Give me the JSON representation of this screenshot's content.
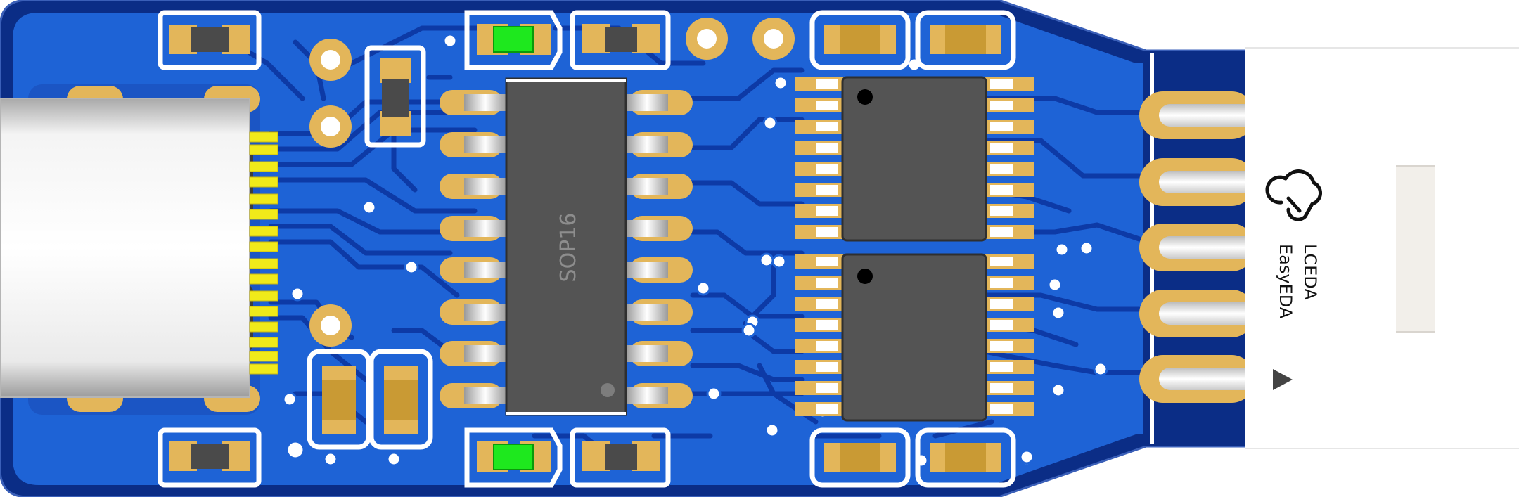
{
  "board": {
    "chip_label": "SOP16",
    "brand_lines": [
      "LCEDA",
      "EasyEDA"
    ],
    "colors": {
      "substrate": "#0b2d86",
      "copper": "#1e63d6",
      "pad": "#e3b65a",
      "pad_edge": "#c99a34",
      "silkscreen": "#ffffff",
      "ic_body": "#545454",
      "led": "#1ee81e",
      "usb_shell": "#d8d8d8",
      "header_housing": "#f2efea"
    },
    "icons": [
      "usb-c-connector-icon",
      "easyeda-cloud-logo-icon",
      "pin1-triangle-icon"
    ]
  }
}
